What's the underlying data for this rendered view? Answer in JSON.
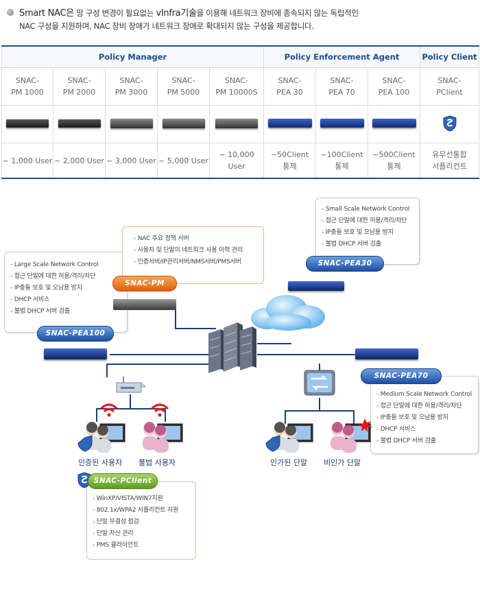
{
  "intro": {
    "line1_brand": "Smart NAC은",
    "line1_rest": " 망 구성 변경이 필요없는 ",
    "line1_tech": "vInfra기술",
    "line1_end": "을 이용해 네트워크 장비에 종속되지 않는 독립적인",
    "line2": "NAC 구성을 지원하며, NAC 장비 장애가 네트워크 장애로 확대되지 않는 구성을 제공합니다."
  },
  "table": {
    "groups": [
      "Policy Manager",
      "Policy Enforcement Agent",
      "Policy Client"
    ],
    "models": [
      {
        "l1": "SNAC-",
        "l2": "PM 1000"
      },
      {
        "l1": "SNAC-",
        "l2": "PM 2000"
      },
      {
        "l1": "SNAC-",
        "l2": "PM 3000"
      },
      {
        "l1": "SNAC-",
        "l2": "PM 5000"
      },
      {
        "l1": "SNAC-",
        "l2": "PM 10000S"
      },
      {
        "l1": "SNAC-",
        "l2": "PEA 30"
      },
      {
        "l1": "SNAC-",
        "l2": "PEA 70"
      },
      {
        "l1": "SNAC-",
        "l2": "PEA 100"
      },
      {
        "l1": "SNAC-",
        "l2": "PClient"
      }
    ],
    "capacities": [
      {
        "l1": "~ 1,000 User",
        "l2": ""
      },
      {
        "l1": "~ 2,000 User",
        "l2": ""
      },
      {
        "l1": "~ 3,000 User",
        "l2": ""
      },
      {
        "l1": "~ 5,000 User",
        "l2": ""
      },
      {
        "l1": "~ 10,000 User",
        "l2": ""
      },
      {
        "l1": "~50Client",
        "l2": "통제"
      },
      {
        "l1": "~100Client",
        "l2": "통제"
      },
      {
        "l1": "~500Client",
        "l2": "통제"
      },
      {
        "l1": "유무선통합",
        "l2": "서플리컨트"
      }
    ]
  },
  "diagram": {
    "pm": {
      "badge": "SNAC-PM",
      "items": [
        "- NAC 주요 정책 서버",
        "- 사용자 및 단말의 네트워크 사용 이력 관리",
        "- 인증서버/IP관리서버/NMS서버/PMS서버"
      ]
    },
    "pea30": {
      "badge": "SNAC-PEA30",
      "items": [
        "- Small Scale Network Control",
        "- 접근 단말에 대한 허용/격리/차단",
        "- IP충돌 보호 및 오남용 방지",
        "- 불법 DHCP 서버 검출"
      ]
    },
    "pea100": {
      "badge": "SNAC-PEA100",
      "items": [
        "- Large Scale Network Control",
        "- 접근 단말에 대한 허용/격리/차단",
        "- IP충돌 보호 및 오남용 방지",
        "- DHCP 서비스",
        "- 불법 DHCP 서버 검출"
      ]
    },
    "pea70": {
      "badge": "SNAC-PEA70",
      "items": [
        "- Medium Scale Network Control",
        "- 접근 단말에 대한 허용/격리/차단",
        "- IP충돌 보호 및 오남용 방지",
        "- DHCP 서비스",
        "- 불법 DHCP 서버 검출"
      ]
    },
    "pclient": {
      "badge": "SNAC-PClient",
      "items": [
        "- WinXP/VISTA/WIN7지원",
        "- 802.1x/WPA2 서플리컨트 지원",
        "- 단말 무결성 점검",
        "- 단말 자산 관리",
        "- PMS 클라이언트"
      ]
    },
    "labels": {
      "auth_user": "인증된 사용자",
      "illegal_user": "불법 사용자",
      "approved_terminal": "인가된 단말",
      "unapproved_terminal": "비인가 단말"
    }
  },
  "colors": {
    "navy": "#1a4d8f",
    "orange": "#e8651a",
    "green": "#5e9b23",
    "blue": "#1e4fa3"
  }
}
